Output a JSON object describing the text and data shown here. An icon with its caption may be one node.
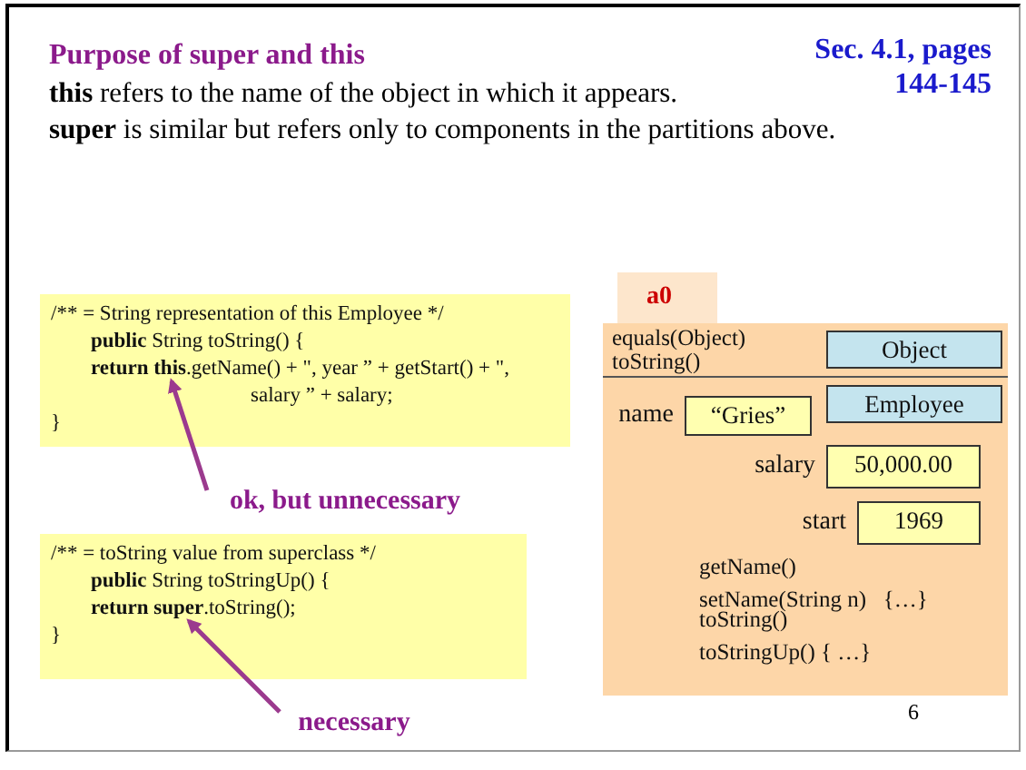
{
  "diagram": {
    "title": "Purpose of super and this",
    "nodes": [
      {
        "text": [
          "/** = String representation of this Employee */",
          "**public** String toString() {",
          "**return this**.getName() + \", year ” + getStart() + \", salary ” + salary;",
          "}"
        ]
      },
      {
        "text": [
          "ok, but unnecessary"
        ]
      },
      {
        "text": [
          "/** = toString value from superclass */",
          "**public** String toStringUp() {",
          "**return super**.toString();",
          "}"
        ]
      },
      {
        "text": [
          "necessary"
        ]
      },
      {
        "text": [
          "a0"
        ]
      },
      {
        "text": [
          "equals(Object)",
          "toString()"
        ],
        "in": 4
      },
      {
        "text": [
          "Object"
        ],
        "in": 5
      },
      {
        "text": [
          "getName()",
          "setName(String n)   {…}",
          "toString()",
          "toStringUp() { …}"
        ],
        "in": 4
      },
      {
        "text": [
          "Employee"
        ],
        "in": 7
      },
      {
        "text": [
          "“Gries”"
        ],
        "in": 7,
        "beside": [
          "name"
        ]
      },
      {
        "text": [
          "50,000.00"
        ],
        "in": 7,
        "beside": [
          "salary"
        ]
      },
      {
        "text": [
          "1969"
        ],
        "in": 7,
        "beside": [
          "start"
        ]
      }
    ],
    "edges": [
      {
        "from": 1,
        "to": 0,
        "arrow": "to"
      },
      {
        "from": 3,
        "to": 2,
        "arrow": "to"
      }
    ],
    "labels": [
      "Sec. 4.1, pages 144-145",
      "**this** refers to the name of the object in which it appears.",
      "**super** is similar but refers only to components in the partitions above.",
      "6"
    ]
  }
}
